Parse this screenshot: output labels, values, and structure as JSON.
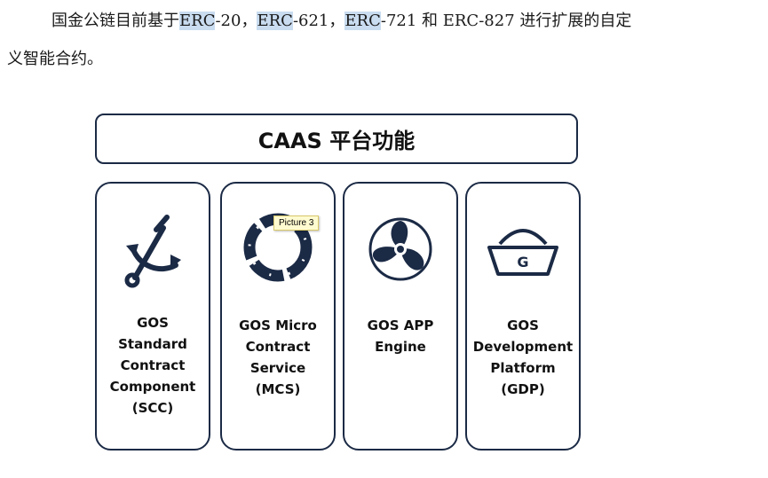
{
  "paragraph": {
    "line1_a": "国金公链目前基于",
    "erc_hl_1": "ERC",
    "line1_b": "-20，",
    "erc_hl_2": "ERC",
    "line1_c": "-621，",
    "erc_hl_3": "ERC",
    "line1_d": "-721 和 ERC-827 进行扩展的自定",
    "line2": "义智能合约。"
  },
  "diagram": {
    "title": "CAAS 平台功能",
    "cards": [
      {
        "icon": "anchor-icon",
        "label": "GOS Standard Contract Component (SCC)"
      },
      {
        "icon": "segmented-ring-icon",
        "label": "GOS Micro Contract Service (MCS)"
      },
      {
        "icon": "propeller-icon",
        "label": "GOS APP Engine"
      },
      {
        "icon": "sailor-hat-icon",
        "label": "GOS Development Platform (GDP)",
        "icon_letter": "G"
      }
    ],
    "tooltip": "Picture 3"
  },
  "colors": {
    "border": "#1b2a45",
    "icon": "#1b2a45",
    "highlight": "#c9dcf0",
    "tooltip_bg": "#fffbd0"
  }
}
